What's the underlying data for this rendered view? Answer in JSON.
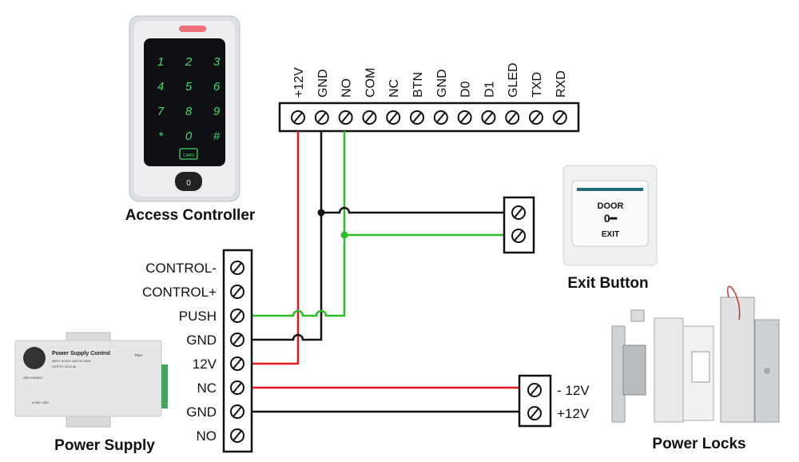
{
  "titles": {
    "access_controller": "Access Controller",
    "exit_button": "Exit Button",
    "power_supply": "Power Supply",
    "power_locks": "Power Locks"
  },
  "controller_terminals": [
    "+12V",
    "GND",
    "NO",
    "COM",
    "NC",
    "BTN",
    "GND",
    "D0",
    "D1",
    "GLED",
    "TXD",
    "RXD"
  ],
  "power_supply_terminals": [
    "CONTROL-",
    "CONTROL+",
    "PUSH",
    "GND",
    "12V",
    "NC",
    "GND",
    "NO"
  ],
  "lock_terminals": [
    "- 12V",
    "+12V"
  ],
  "keypad": {
    "keys": [
      "1",
      "2",
      "3",
      "4",
      "5",
      "6",
      "7",
      "8",
      "9",
      "*",
      "0",
      "#"
    ],
    "card_label": "CARD"
  },
  "exit_button_device": {
    "top": "DOOR",
    "bottom": "EXIT"
  },
  "power_supply_device": {
    "title": "Power Supply Control",
    "input": "INPUT: AC90V~260V 50~60HZ",
    "output": "OUTPUT: DC12 3A",
    "brand": "OBO HANDS",
    "time": "Time",
    "rating": "AC90V~260V"
  },
  "colors": {
    "wire_red": "#e8141b",
    "wire_black": "#111111",
    "wire_green": "#2cbd2a",
    "keypad_glow": "#3ddc6a"
  }
}
